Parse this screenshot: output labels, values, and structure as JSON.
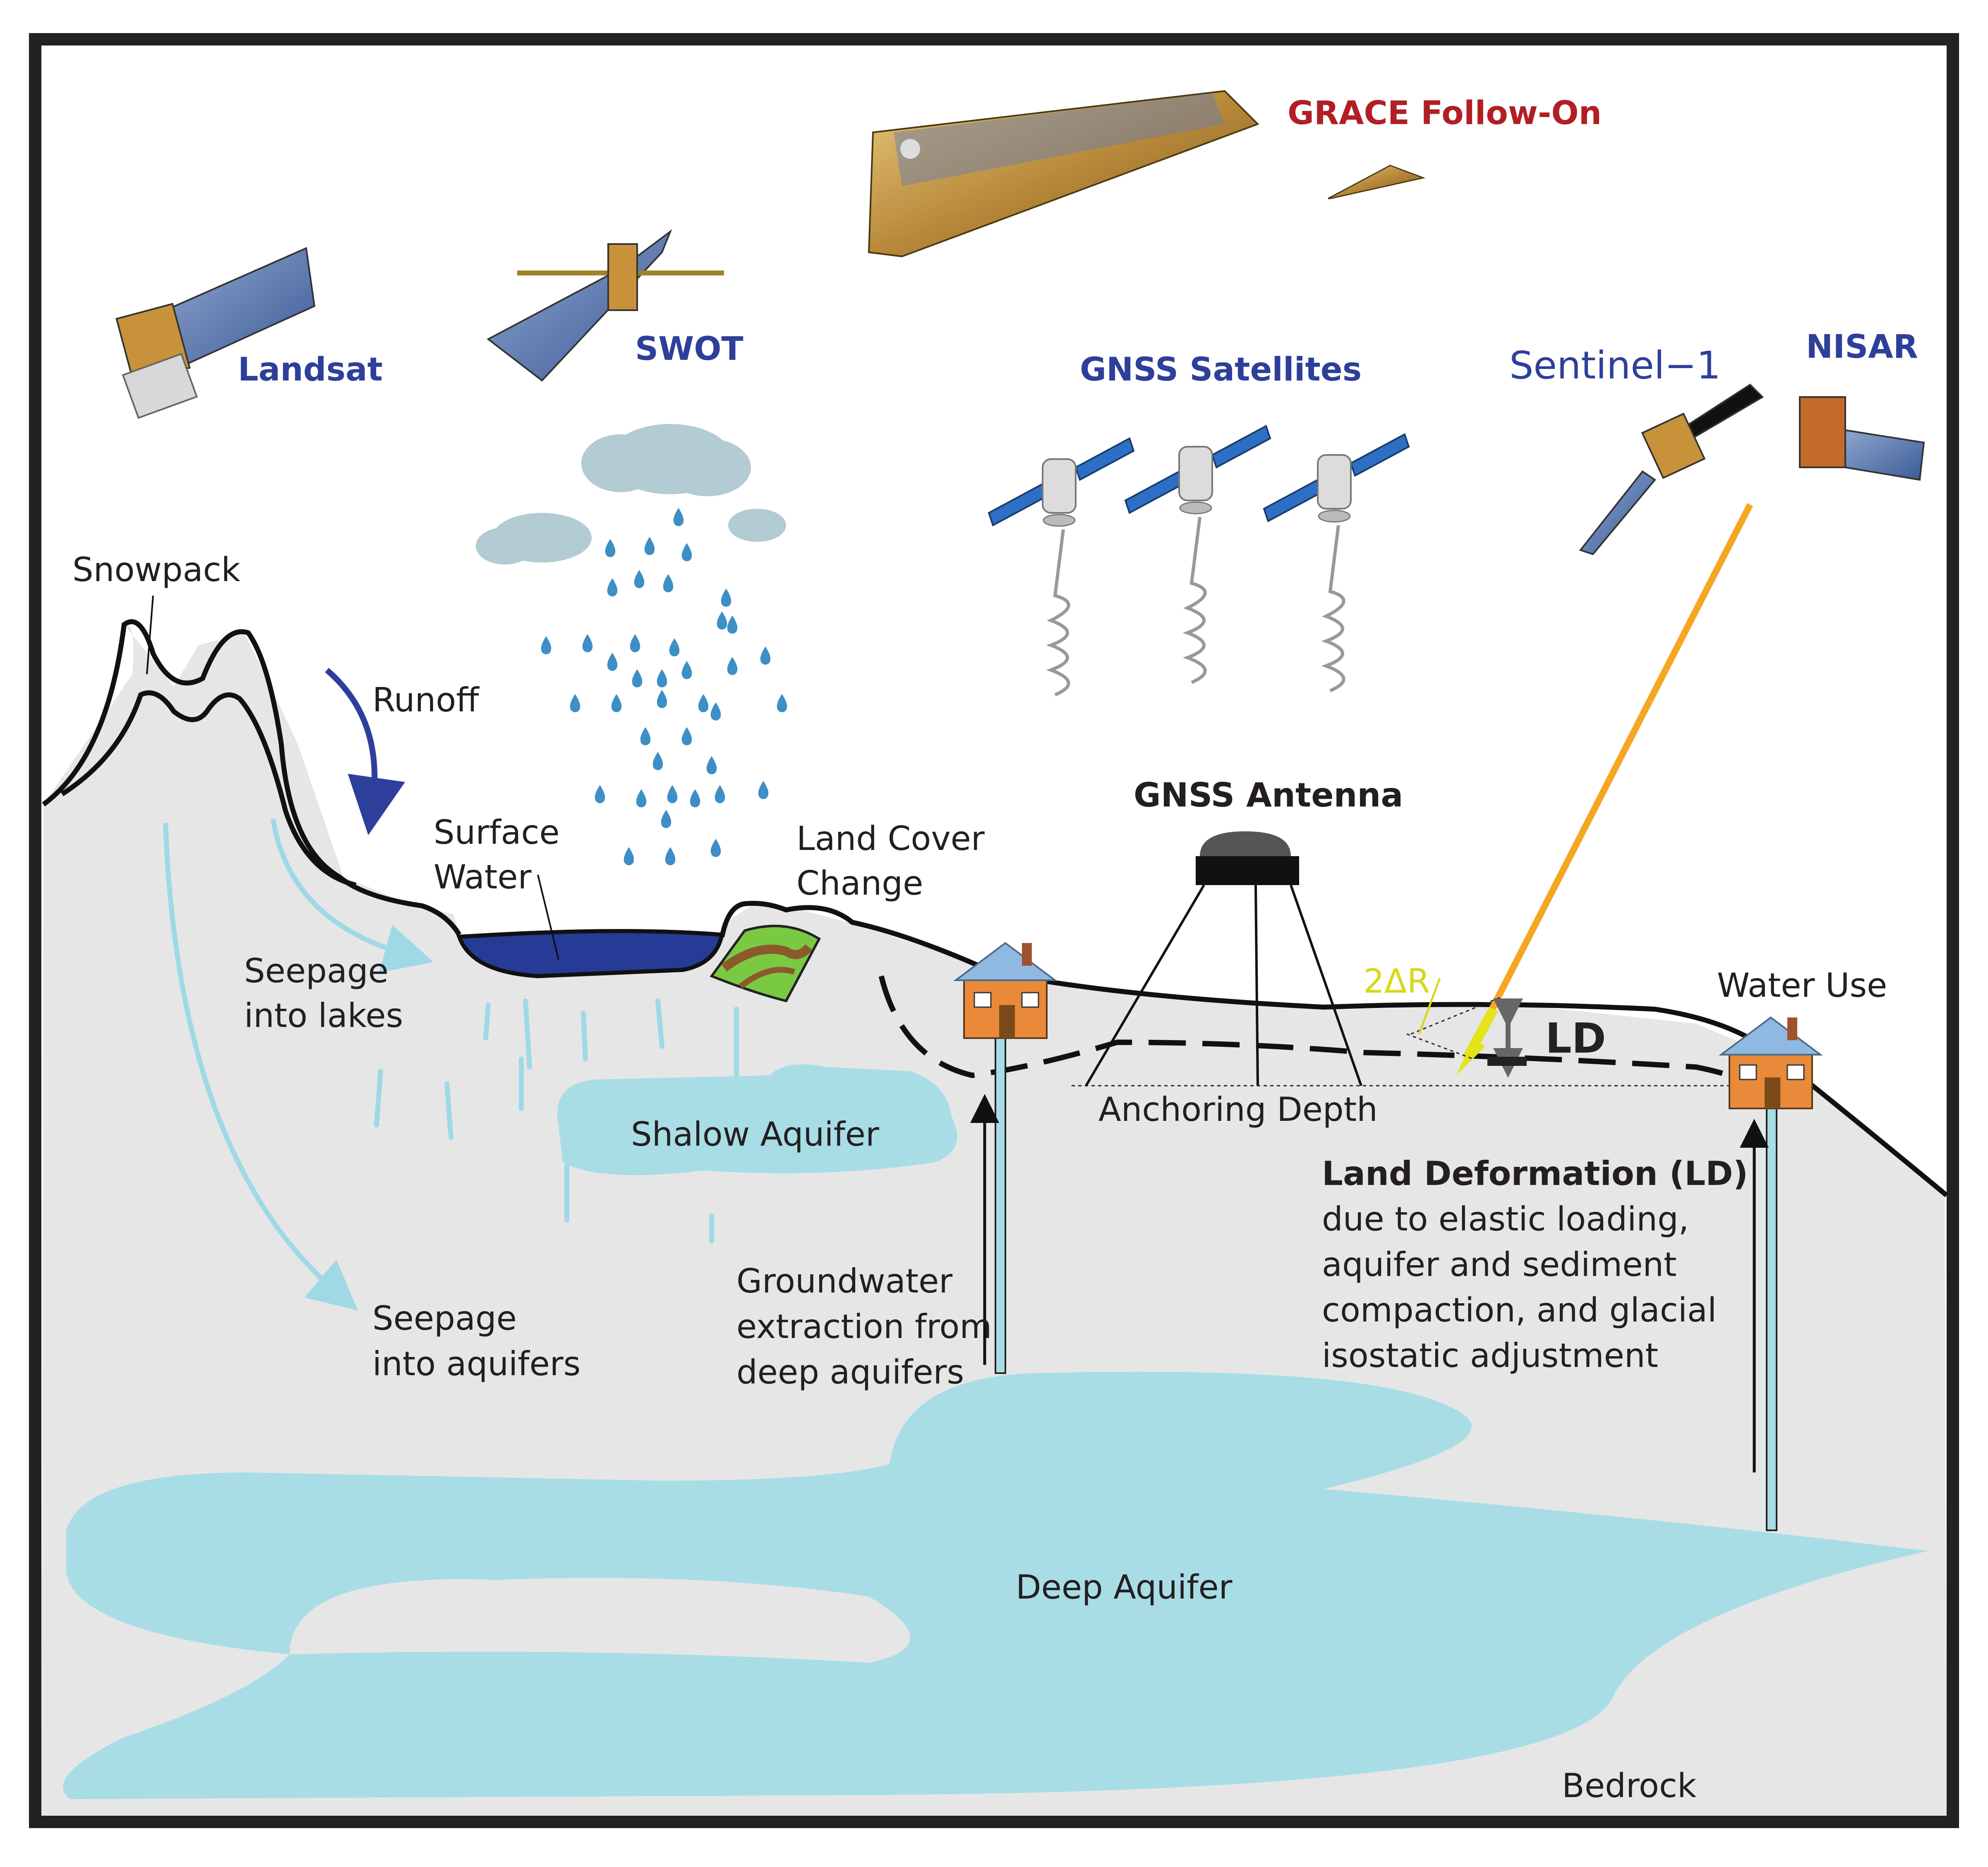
{
  "colors": {
    "satellite_label": "#2e3f9b",
    "grace_label": "#b11f24",
    "ground": "#e6e6e6",
    "aquifer": "#a8dde6",
    "surface_water": "#263b96",
    "seepage": "#9fd9e6",
    "rain": "#3d8fc6",
    "cloud": "#b3cbd3",
    "insar_beam": "#f5a623",
    "delta_r": "#d8d81a",
    "outline": "#111111"
  },
  "satellites": {
    "landsat": "Landsat",
    "swot": "SWOT",
    "grace": "GRACE Follow-On",
    "gnss": "GNSS Satellites",
    "sentinel": "Sentinel−1",
    "nisar": "NISAR"
  },
  "labels": {
    "snowpack": "Snowpack",
    "runoff": "Runoff",
    "surface_water": [
      "Surface",
      "Water"
    ],
    "land_cover_change": [
      "Land Cover",
      "Change"
    ],
    "gnss_antenna": "GNSS Antenna",
    "delta_r": "2ΔR",
    "ld": "LD",
    "water_use": "Water Use",
    "seepage_lakes": [
      "Seepage",
      "into lakes"
    ],
    "shallow_aquifer": "Shalow Aquifer",
    "anchoring_depth": "Anchoring Depth",
    "land_deformation_title": "Land Deformation (LD)",
    "land_deformation_body": [
      "due to elastic loading,",
      "aquifer and sediment",
      "compaction, and glacial",
      "isostatic adjustment"
    ],
    "groundwater_extraction": [
      "Groundwater",
      "extraction from",
      "deep aquifers"
    ],
    "seepage_aquifers": [
      "Seepage",
      "into aquifers"
    ],
    "deep_aquifer": "Deep Aquifer",
    "bedrock": "Bedrock"
  }
}
